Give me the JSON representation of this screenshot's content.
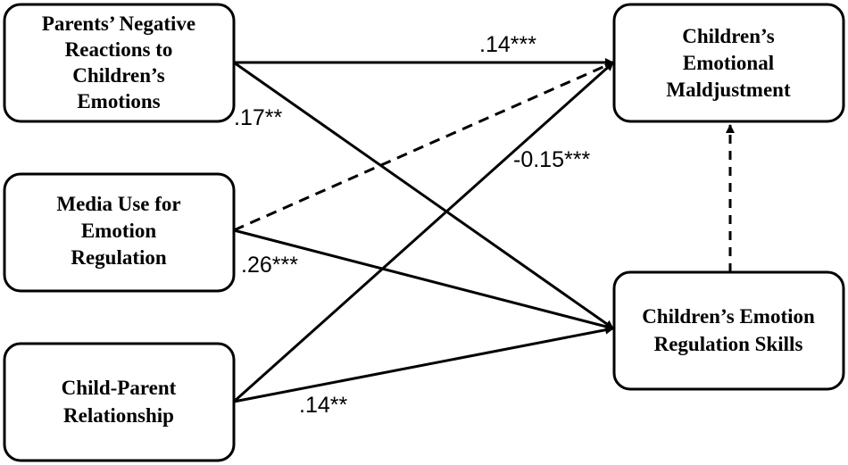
{
  "nodes": {
    "parents_negative_reactions": {
      "lines": [
        "Parents’ Negative",
        "Reactions to",
        "Children’s",
        "Emotions"
      ]
    },
    "media_use": {
      "lines": [
        "Media Use for",
        "Emotion",
        "Regulation"
      ]
    },
    "child_parent_relationship": {
      "lines": [
        "Child-Parent",
        "Relationship"
      ]
    },
    "emotional_maladjustment": {
      "lines": [
        "Children’s",
        "Emotional",
        "Maldjustment"
      ]
    },
    "emotion_regulation_skills": {
      "lines": [
        "Children’s Emotion",
        "Regulation Skills"
      ]
    }
  },
  "paths": [
    {
      "id": "pnr_to_mal",
      "from": "parents_negative_reactions",
      "to": "emotional_maladjustment",
      "label": ".14***",
      "style": "solid"
    },
    {
      "id": "pnr_to_ers",
      "from": "parents_negative_reactions",
      "to": "emotion_regulation_skills",
      "label": ".17**",
      "style": "solid"
    },
    {
      "id": "media_to_mal",
      "from": "media_use",
      "to": "emotional_maladjustment",
      "label": "",
      "style": "dashed"
    },
    {
      "id": "media_to_ers",
      "from": "media_use",
      "to": "emotion_regulation_skills",
      "label": ".26***",
      "style": "solid"
    },
    {
      "id": "cpr_to_mal",
      "from": "child_parent_relationship",
      "to": "emotional_maladjustment",
      "label": "-0.15***",
      "style": "solid"
    },
    {
      "id": "cpr_to_ers",
      "from": "child_parent_relationship",
      "to": "emotion_regulation_skills",
      "label": ".14**",
      "style": "solid"
    },
    {
      "id": "ers_to_mal",
      "from": "emotion_regulation_skills",
      "to": "emotional_maladjustment",
      "label": "",
      "style": "dashed"
    }
  ]
}
